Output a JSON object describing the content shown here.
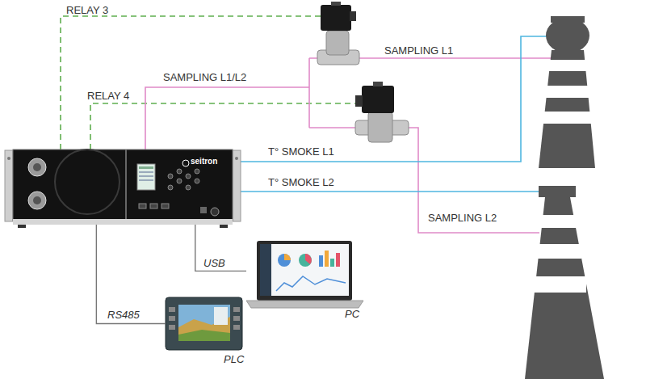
{
  "diagram": {
    "nodes": [
      {
        "text": [
          "seitron"
        ]
      },
      {
        "text": [
          "PC"
        ]
      },
      {
        "text": [
          "PLC"
        ]
      }
    ],
    "edges": [
      {
        "from": 0,
        "to": 1,
        "label": "USB",
        "arrow": "none"
      },
      {
        "from": 0,
        "to": 2,
        "label": "RS485",
        "arrow": "none"
      }
    ],
    "labels": [
      "RELAY 3",
      "RELAY 4",
      "SAMPLING L1/L2",
      "SAMPLING L1",
      "T° SMOKE L1",
      "T° SMOKE L2",
      "SAMPLING L2"
    ]
  }
}
